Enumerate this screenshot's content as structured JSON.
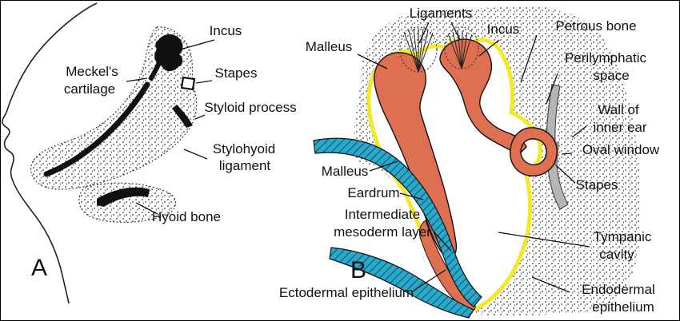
{
  "figure": {
    "panel_a": {
      "letter": "A",
      "labels": {
        "incus": "Incus",
        "meckels_line1": "Meckel's",
        "meckels_line2": "cartilage",
        "stapes": "Stapes",
        "styloid": "Styloid process",
        "stylohyoid_line1": "Stylohyoid",
        "stylohyoid_line2": "ligament",
        "hyoid": "Hyoid bone"
      }
    },
    "panel_b": {
      "letter": "B",
      "labels": {
        "ligaments": "Ligaments",
        "malleus_top": "Malleus",
        "incus": "Incus",
        "petrous": "Petrous bone",
        "perilymphatic_line1": "Perilymphatic",
        "perilymphatic_line2": "space",
        "wall_line1": "Wall of",
        "wall_line2": "inner ear",
        "oval_window": "Oval window",
        "stapes": "Stapes",
        "malleus_left": "Malleus",
        "eardrum": "Eardrum",
        "intermediate_line1": "Intermediate",
        "intermediate_line2": "mesoderm layer",
        "tympanic_line1": "Tympanic",
        "tympanic_line2": "cavity",
        "ectodermal": "Ectodermal epithelium",
        "endodermal_line1": "Endodermal",
        "endodermal_line2": "epithelium"
      }
    },
    "colors": {
      "ossicle_mesenchyme": "#DE6F50",
      "endoderm_yellow": "#F5E926",
      "ectoderm_blue": "#2BA9CB",
      "inner_ear_wall_gray": "#B5B5B5",
      "oval_window_gray": "#8A8A8A",
      "outline_black": "#111111"
    }
  }
}
